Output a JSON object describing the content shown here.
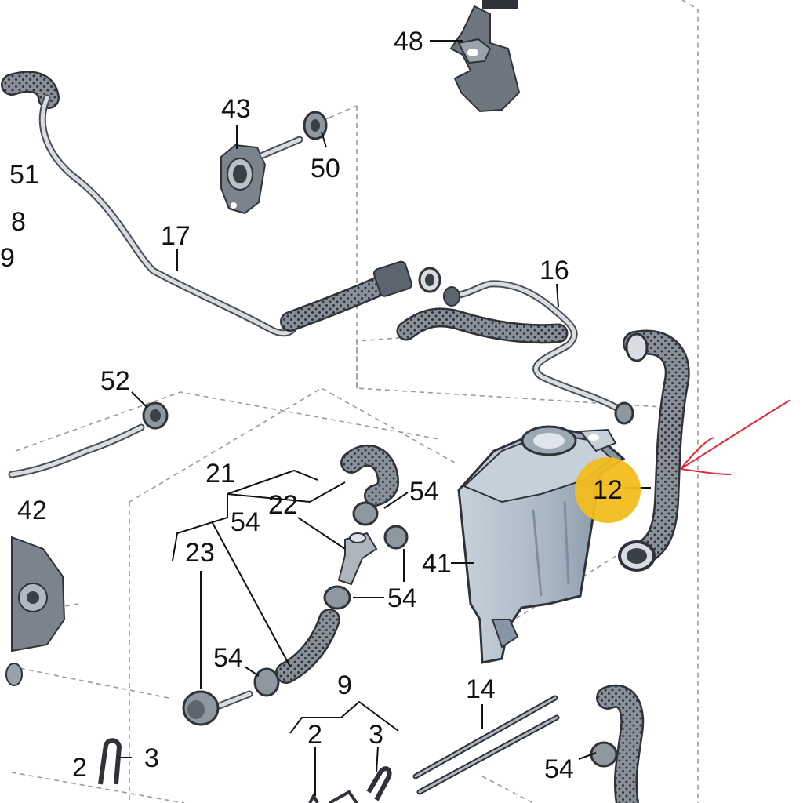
{
  "labels": {
    "p48": "48",
    "p43": "43",
    "p50": "50",
    "p51": "51",
    "p8": "8",
    "p9_edge": "9",
    "p17": "17",
    "p16": "16",
    "p52": "52",
    "p21": "21",
    "p22": "22",
    "p54_a": "54",
    "p54_b": "54",
    "p54_c": "54",
    "p54_d": "54",
    "p54_e": "54",
    "p42": "42",
    "p23": "23",
    "p41": "41",
    "p12": "12",
    "p14": "14",
    "p9": "9",
    "p2_a": "2",
    "p3_a": "3",
    "p2_b": "2",
    "p3_b": "3"
  },
  "colors": {
    "hose_fill": "#8a9099",
    "hose_dots": "#2f3339",
    "tank_fill": "#aebbc8",
    "tank_shadow": "#8796a6",
    "highlight_marker": "#f2bd1f",
    "red_arrow": "#e0283a",
    "leader_line": "#111111",
    "dashed_line": "#9a9a9a"
  },
  "highlight": {
    "part": "12",
    "marker_color": "#f2bd1f",
    "arrow_color": "#e0283a"
  }
}
